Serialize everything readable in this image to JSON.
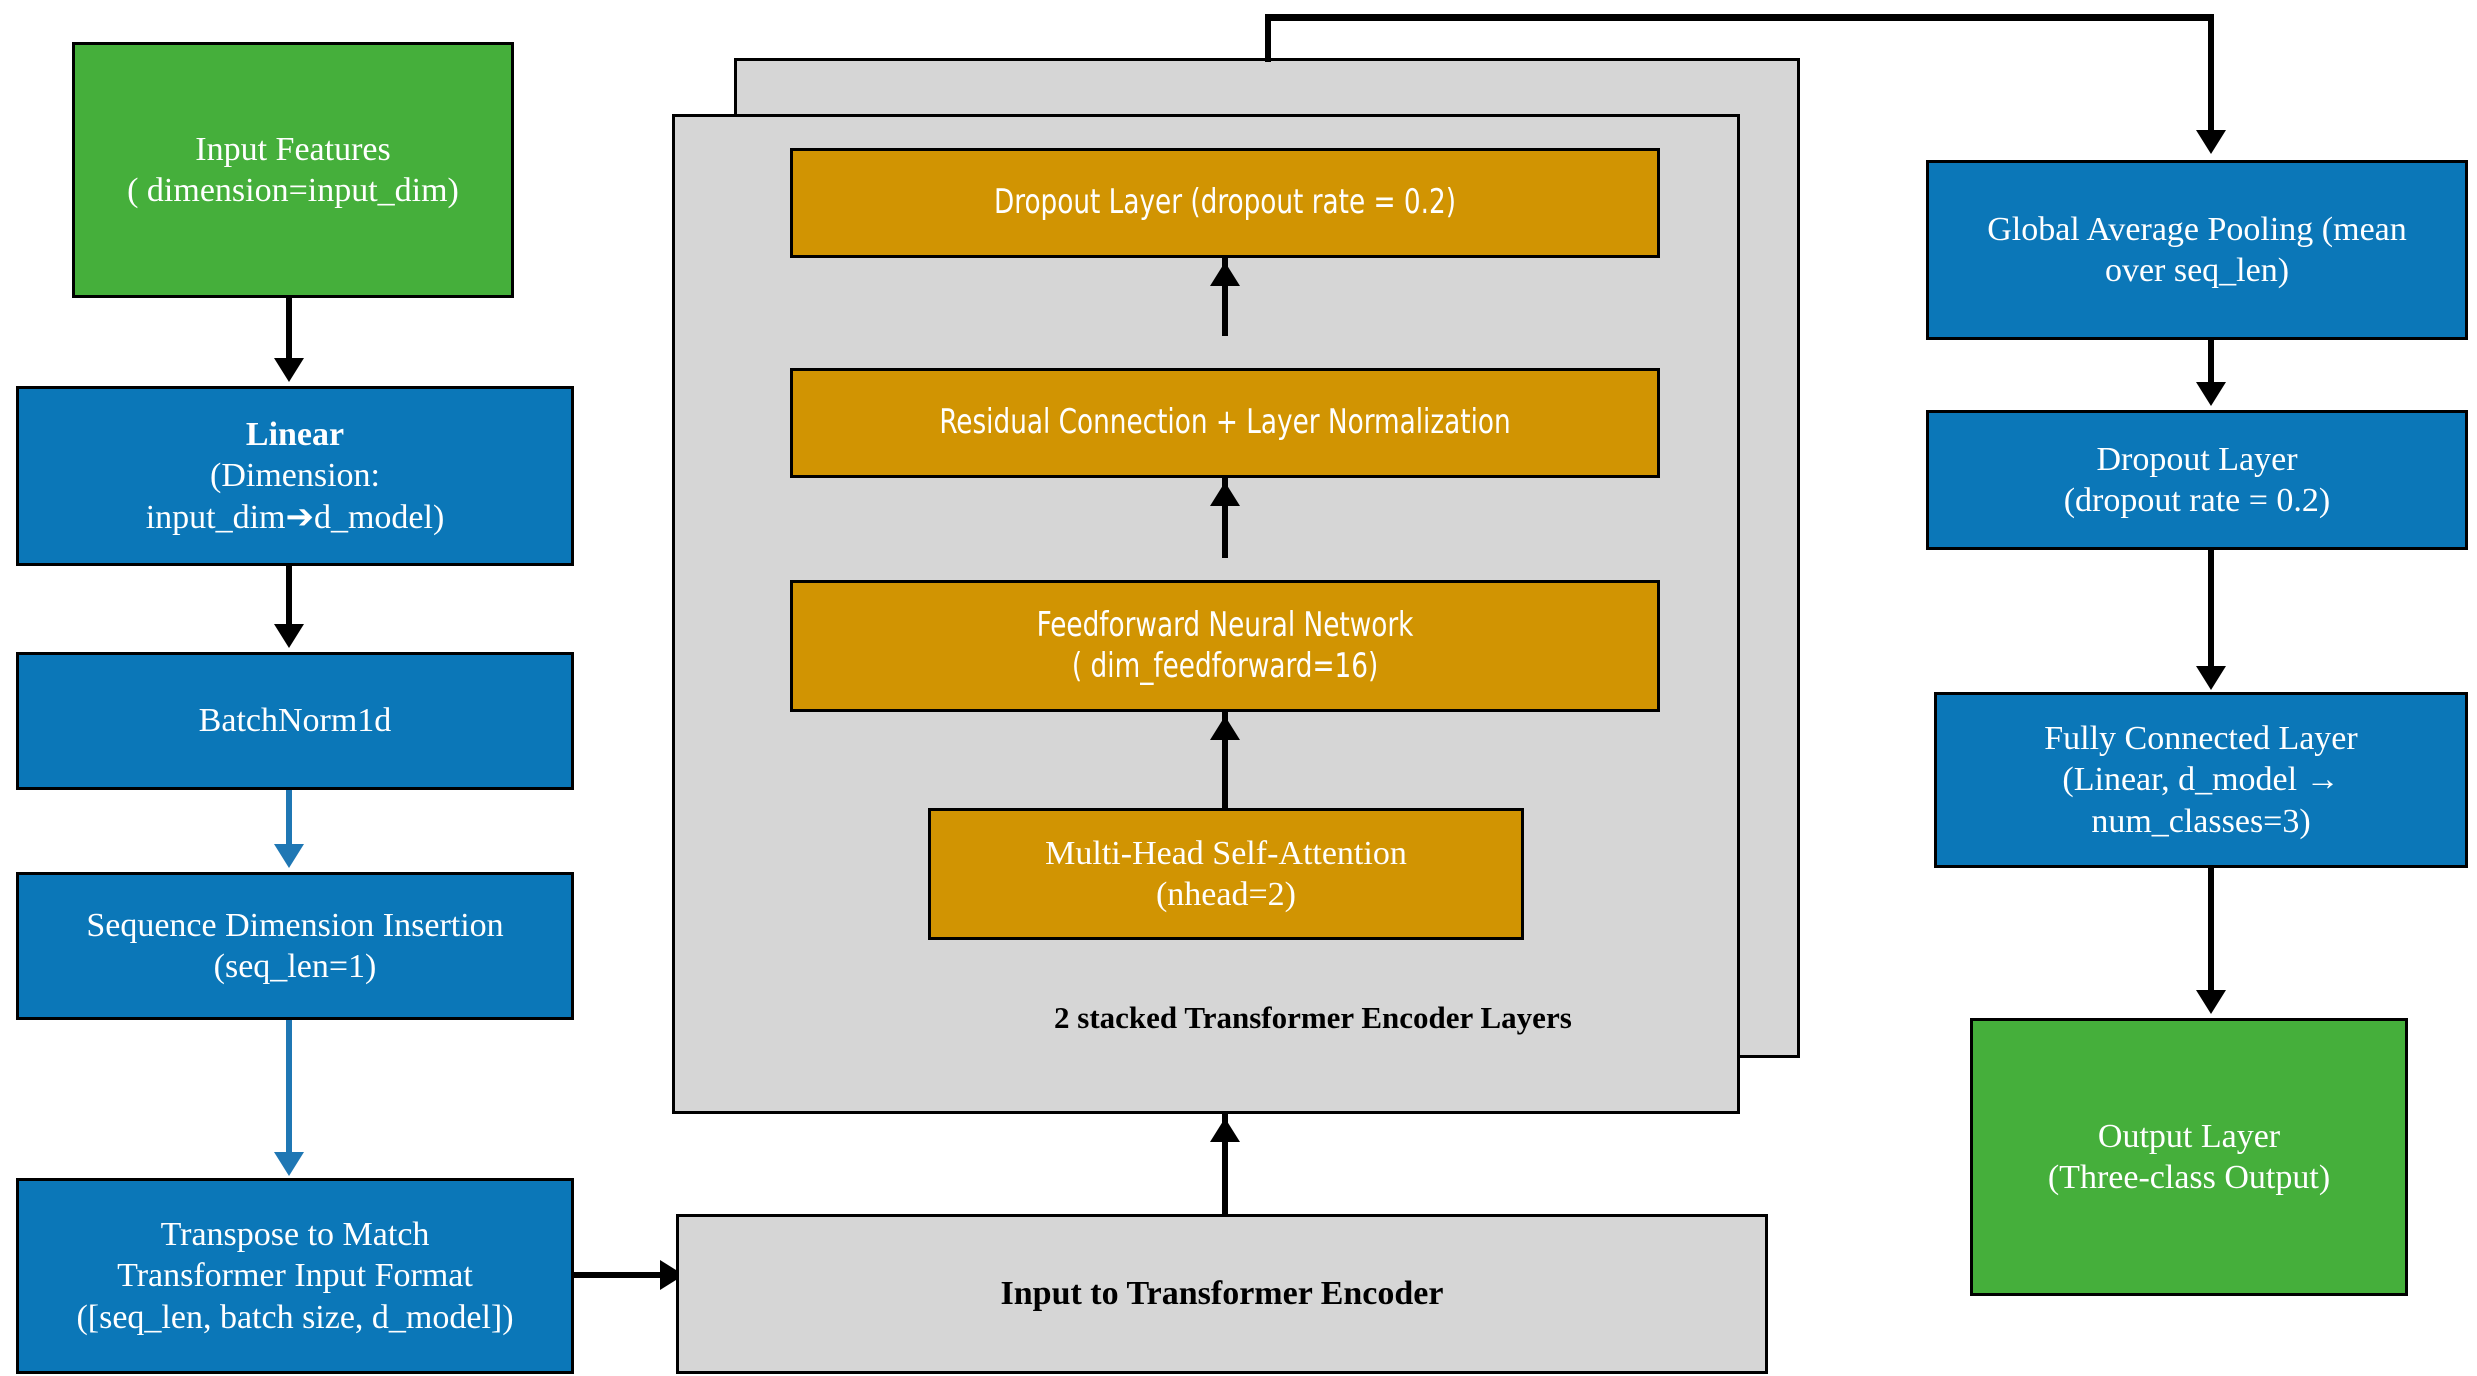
{
  "diagram": {
    "title": "Transformer Classifier Architecture Flowchart",
    "colors": {
      "input_output": "#45af3b",
      "preprocessing": "#0b77b8",
      "encoder_sublayer": "#d19402",
      "container": "#d6d6d6",
      "arrow_black": "#000000",
      "arrow_blue": "#1f77b4"
    }
  },
  "left_column": {
    "input_features": {
      "line1": "Input Features",
      "line2": "( dimension=input_dim)"
    },
    "linear": {
      "line1": "Linear",
      "line2": "(Dimension:",
      "line3": "input_dim➔d_model)"
    },
    "batchnorm": {
      "line1": "BatchNorm1d"
    },
    "seq_insert": {
      "line1": "Sequence Dimension Insertion",
      "line2": "(seq_len=1)"
    },
    "transpose": {
      "line1": "Transpose to Match",
      "line2": "Transformer Input Format",
      "line3": "([seq_len, batch size, d_model])"
    }
  },
  "center": {
    "encoder_panel_label": "2 stacked Transformer Encoder Layers",
    "dropout": {
      "line1": "Dropout Layer (dropout rate = 0.2)"
    },
    "residual": {
      "line1": "Residual Connection + Layer Normalization"
    },
    "feedforward": {
      "line1": "Feedforward Neural Network",
      "line2": "( dim_feedforward=16)"
    },
    "attention": {
      "line1": "Multi-Head Self-Attention",
      "line2": "(nhead=2)"
    },
    "encoder_input": {
      "line1": "Input to Transformer Encoder"
    }
  },
  "right_column": {
    "global_avg_pool": {
      "line1": "Global Average Pooling (mean",
      "line2": "over seq_len)"
    },
    "dropout": {
      "line1": "Dropout Layer",
      "line2": "(dropout rate = 0.2)"
    },
    "fully_connected": {
      "line1": "Fully Connected Layer",
      "line2": "(Linear, d_model →",
      "line3": "num_classes=3)"
    },
    "output": {
      "line1": "Output Layer",
      "line2": "(Three-class Output)"
    }
  }
}
